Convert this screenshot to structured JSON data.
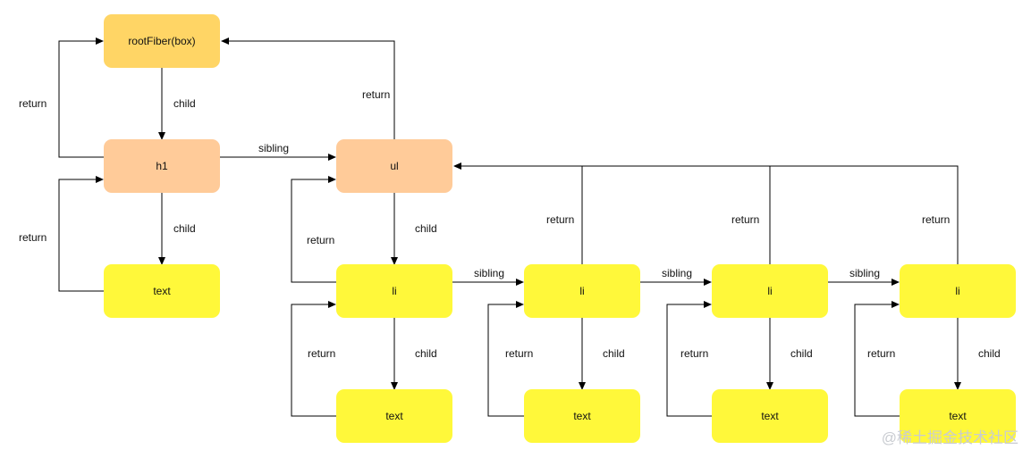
{
  "colors": {
    "root": "#FFD565",
    "light_orange": "#FFCB99",
    "yellow": "#FFF83A",
    "line": "#000000"
  },
  "nodes": {
    "root": "rootFiber(box)",
    "h1": "h1",
    "h1_text": "text",
    "ul": "ul",
    "li": [
      "li",
      "li",
      "li",
      "li"
    ],
    "li_text": [
      "text",
      "text",
      "text",
      "text"
    ]
  },
  "labels": {
    "return": "return",
    "child": "child",
    "sibling": "sibling"
  },
  "watermark": "@稀土掘金技术社区"
}
